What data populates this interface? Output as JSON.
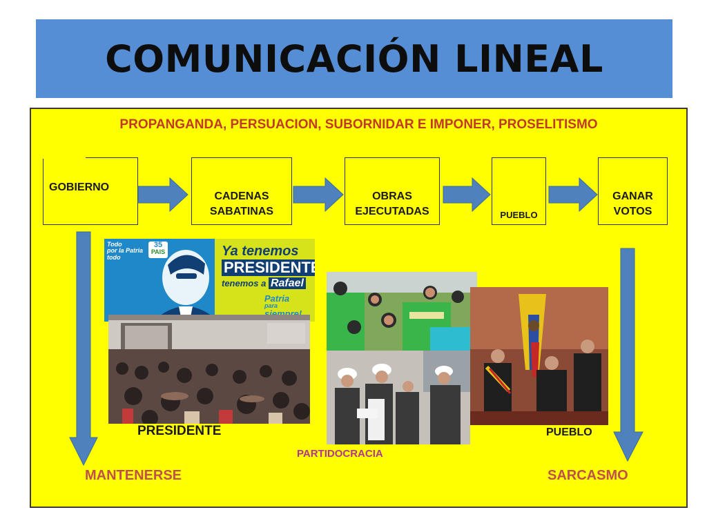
{
  "title": "COMUNICACIÓN LINEAL",
  "subtitle": "PROPANGANDA, PERSUACION, SUBORNIDAR E IMPONER, PROSELITISMO",
  "flow": {
    "gobierno": "GOBIERNO",
    "cadenas_1": "CADENAS",
    "cadenas_2": "SABATINAS",
    "obras_1": "OBRAS",
    "obras_2": "EJECUTADAS",
    "pueblo": "PUEBLO",
    "ganar_1": "GANAR",
    "ganar_2": "VOTOS"
  },
  "poster": {
    "line1": "Todo",
    "line2": "por la Patria",
    "line3": "todo",
    "number": "35",
    "party": "PAIS",
    "headline_1": "Ya tenemos",
    "headline_2": "PRESIDENTE",
    "headline_3": "tenemos a",
    "headline_4": "Rafael",
    "tagline_1": "Patria",
    "tagline_2": "para",
    "tagline_3": "siempre!"
  },
  "labels": {
    "presidente": "PRESIDENTE",
    "pueblo": "PUEBLO",
    "partidocracia": "PARTIDOCRACIA",
    "mantenerse": "MANTENERSE",
    "sarcasmo": "SARCASMO"
  },
  "colors": {
    "title_bg": "#558ed5",
    "panel_bg": "#ffff00",
    "arrow": "#4f81bd",
    "subtitle_red": "#c0392b",
    "label_red": "#c0504d",
    "magenta": "#b0378a"
  }
}
